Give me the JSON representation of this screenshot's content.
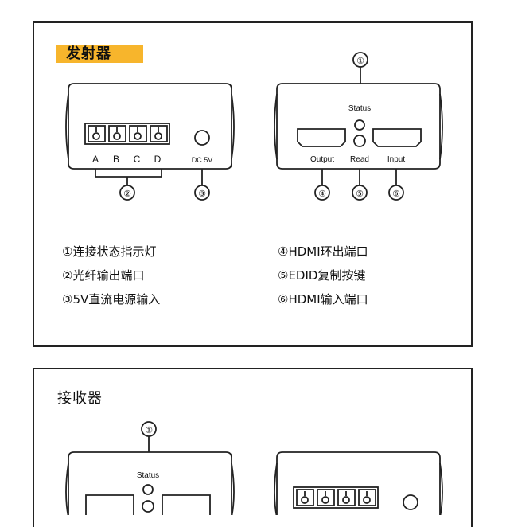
{
  "transmitter": {
    "heading": "发射器",
    "fiber_ports": [
      "A",
      "B",
      "C",
      "D"
    ],
    "power_label": "DC 5V",
    "status_label": "Status",
    "output_label": "Output",
    "read_label": "Read",
    "input_label": "Input",
    "callouts": [
      "①",
      "②",
      "③",
      "④",
      "⑤",
      "⑥"
    ],
    "legend_left": [
      "①连接状态指示灯",
      "②光纤输出端口",
      "③5V直流电源输入"
    ],
    "legend_right": [
      "④HDMI环出端口",
      "⑤EDID复制按键",
      "⑥HDMI输入端口"
    ]
  },
  "receiver": {
    "heading": "接收器",
    "status_label": "Status",
    "callouts": [
      "①"
    ]
  },
  "colors": {
    "heading_highlight": "#f7b52c",
    "line": "#222222"
  }
}
